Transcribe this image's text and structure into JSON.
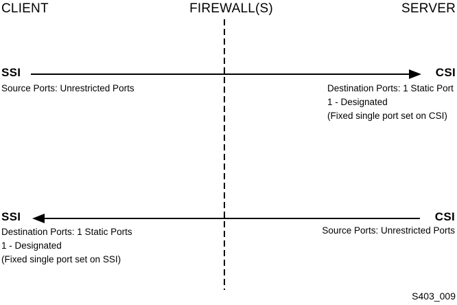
{
  "headers": {
    "client": "CLIENT",
    "firewall": "FIREWALL(S)",
    "server": "SERVER"
  },
  "top_flow": {
    "direction": "left-to-right",
    "source_label": "SSI",
    "dest_label": "CSI",
    "source_note": "Source Ports: Unrestricted Ports",
    "dest_note_lines": [
      "Destination Ports: 1 Static Port",
      "1 - Designated",
      "(Fixed single port set on CSI)"
    ]
  },
  "bottom_flow": {
    "direction": "right-to-left",
    "dest_label": "SSI",
    "source_label": "CSI",
    "dest_note_lines": [
      "Destination Ports: 1 Static Ports",
      "1 - Designated",
      "(Fixed single port set on SSI)"
    ],
    "source_note": "Source Ports: Unrestricted Ports"
  },
  "figure_id": "S403_009",
  "colors": {
    "line": "#000000",
    "text": "#000000",
    "background": "#ffffff"
  }
}
